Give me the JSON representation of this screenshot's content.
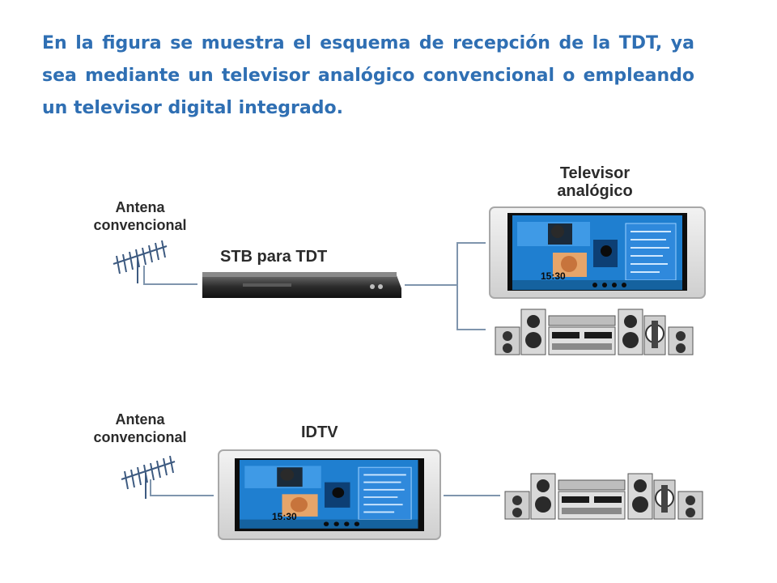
{
  "caption": "En la figura se muestra el esquema de recepción de la TDT, ya sea mediante un televisor analógico convencional o empleando un televisor digital integrado.",
  "top": {
    "antenna_line1": "Antena",
    "antenna_line2": "convencional",
    "stb_label": "STB para TDT",
    "tv_line1": "Televisor",
    "tv_line2": "analógico"
  },
  "bottom": {
    "antenna_line1": "Antena",
    "antenna_line2": "convencional",
    "idtv_label": "IDTV"
  },
  "tv_screen": {
    "clock": "15:30"
  },
  "colors": {
    "caption": "#2f6fb3",
    "cable": "#7f95ad",
    "screen": "#1f7fd0",
    "tv_frame": "#d9d9d9",
    "label": "#2b2b2b"
  },
  "icons": [
    "antenna-icon",
    "set-top-box-icon",
    "analog-tv-icon",
    "stereo-system-icon",
    "idtv-icon"
  ]
}
